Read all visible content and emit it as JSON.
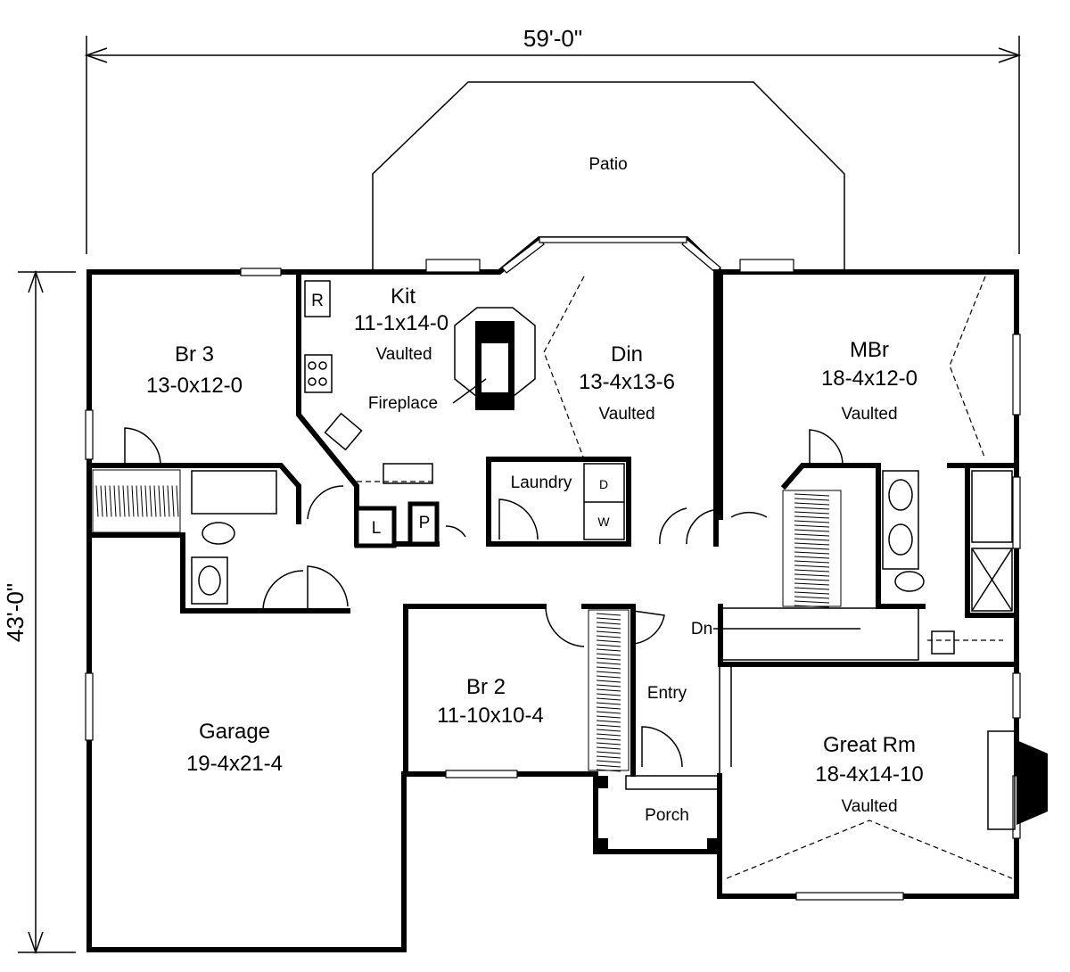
{
  "dimensions": {
    "width": "59'-0\"",
    "depth": "43'-0\""
  },
  "outdoor": {
    "patio": "Patio",
    "porch": "Porch"
  },
  "rooms": {
    "kitchen": {
      "name": "Kit",
      "size": "11-1x14-0",
      "note": "Vaulted"
    },
    "dining": {
      "name": "Din",
      "size": "13-4x13-6",
      "note": "Vaulted"
    },
    "master": {
      "name": "MBr",
      "size": "18-4x12-0",
      "note": "Vaulted"
    },
    "br3": {
      "name": "Br 3",
      "size": "13-0x12-0"
    },
    "br2": {
      "name": "Br 2",
      "size": "11-10x10-4"
    },
    "garage": {
      "name": "Garage",
      "size": "19-4x21-4"
    },
    "great": {
      "name": "Great Rm",
      "size": "18-4x14-10",
      "note": "Vaulted"
    },
    "entry": {
      "name": "Entry"
    },
    "laundry": {
      "name": "Laundry"
    }
  },
  "fixtures": {
    "fireplace": "Fireplace",
    "refrigerator": "R",
    "linen": "L",
    "pantry": "P",
    "dryer": "D",
    "washer": "W",
    "stairs_down": "Dn"
  }
}
